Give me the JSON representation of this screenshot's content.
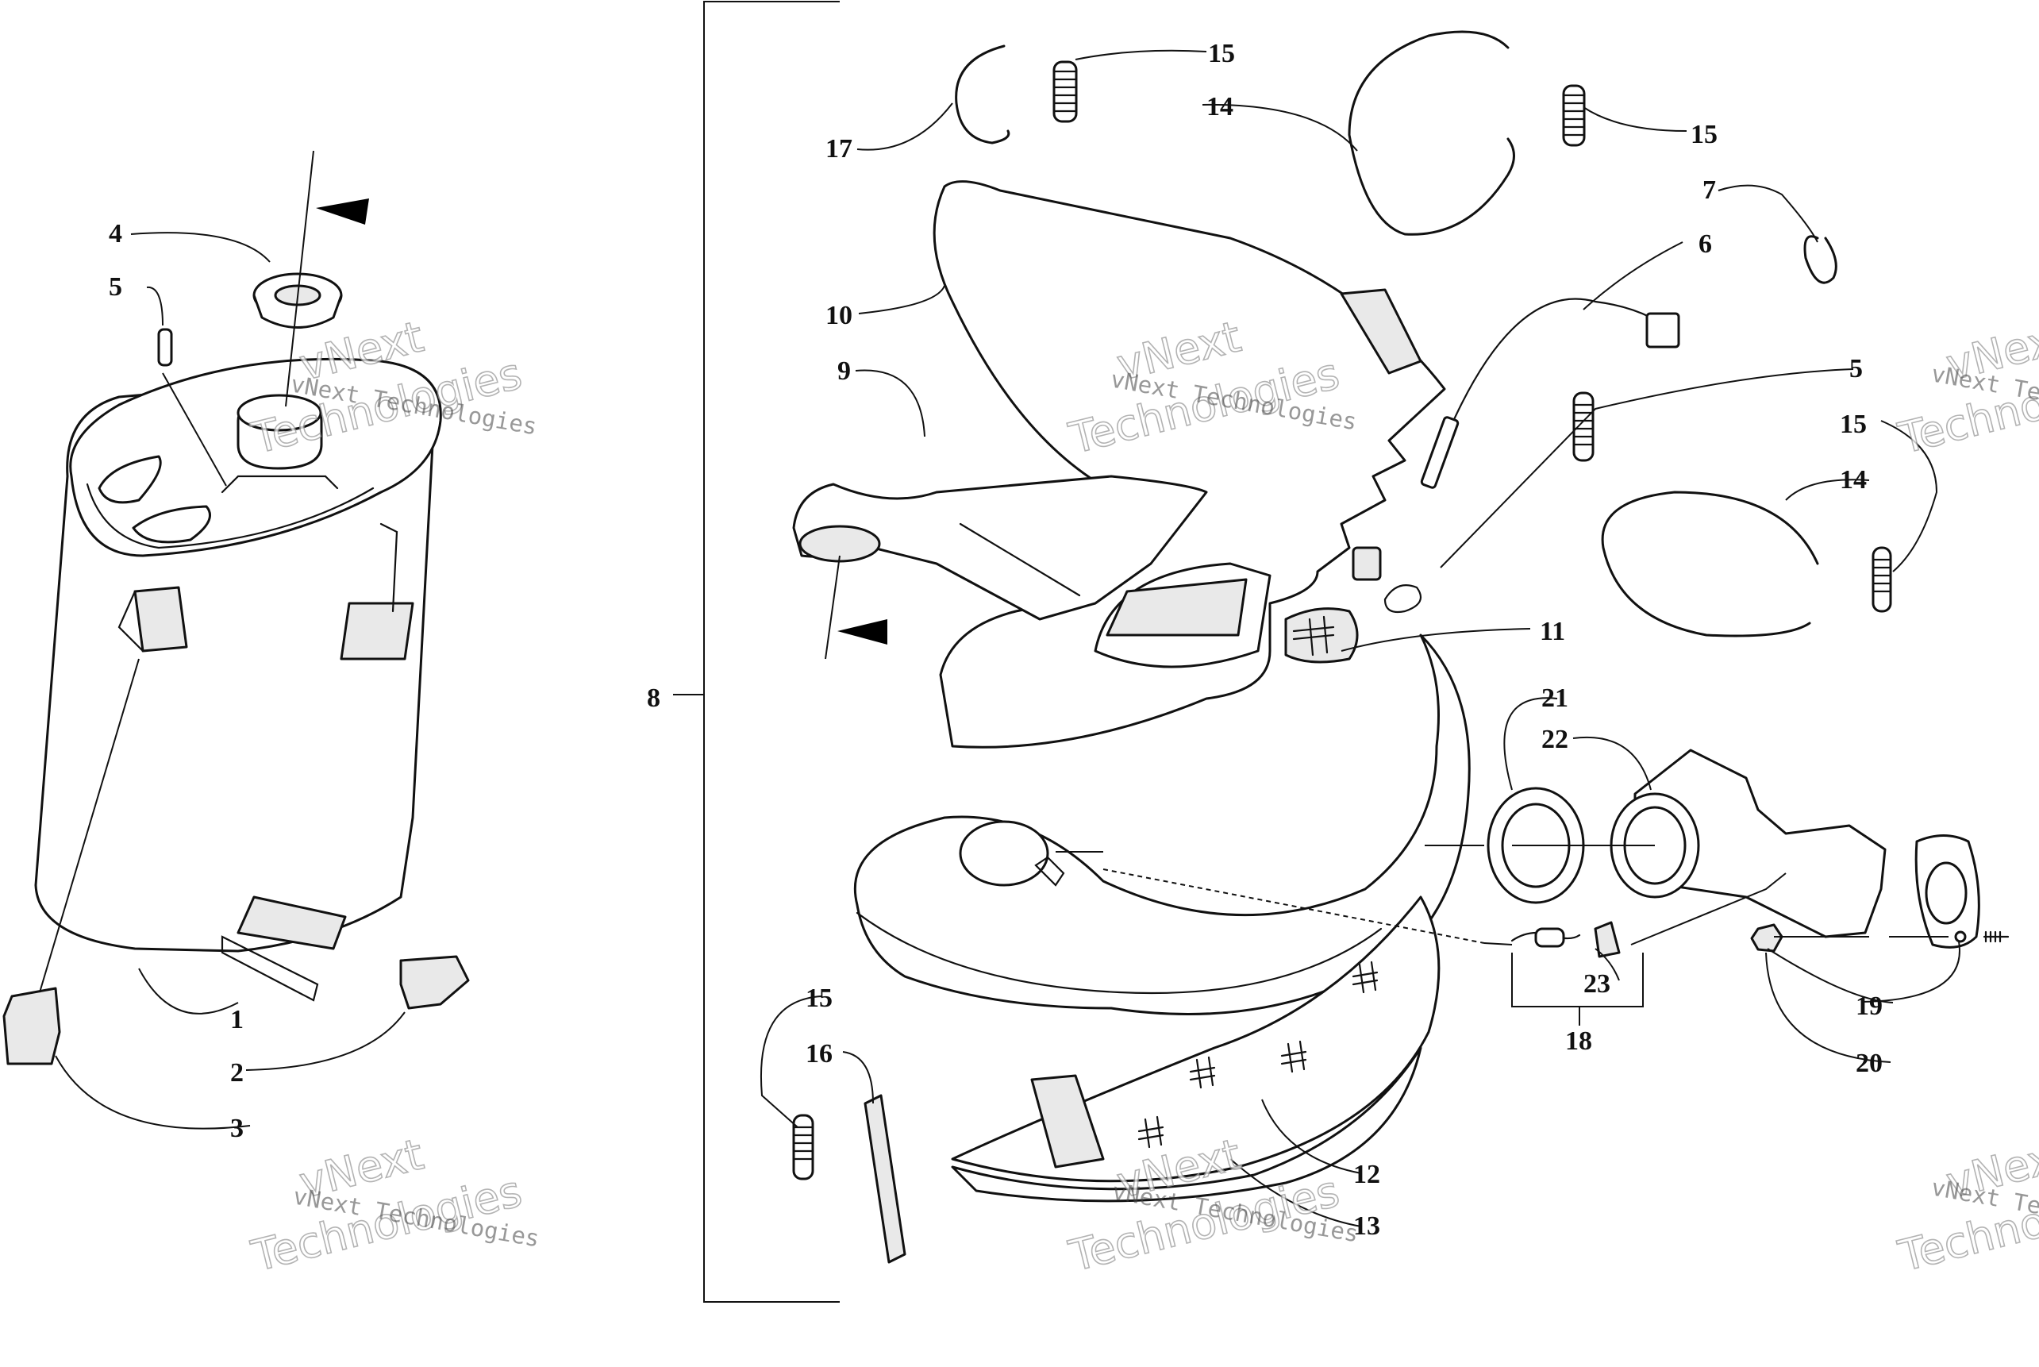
{
  "diagram": {
    "callouts": [
      "1",
      "2",
      "3",
      "4",
      "5",
      "5",
      "6",
      "7",
      "8",
      "9",
      "10",
      "11",
      "12",
      "13",
      "14",
      "14",
      "15",
      "15",
      "15",
      "15",
      "16",
      "17",
      "18",
      "19",
      "20",
      "21",
      "22",
      "23"
    ],
    "watermark": {
      "line1": "vNext Technologies",
      "line2a": "vNext",
      "line2b": "Technologies"
    }
  }
}
